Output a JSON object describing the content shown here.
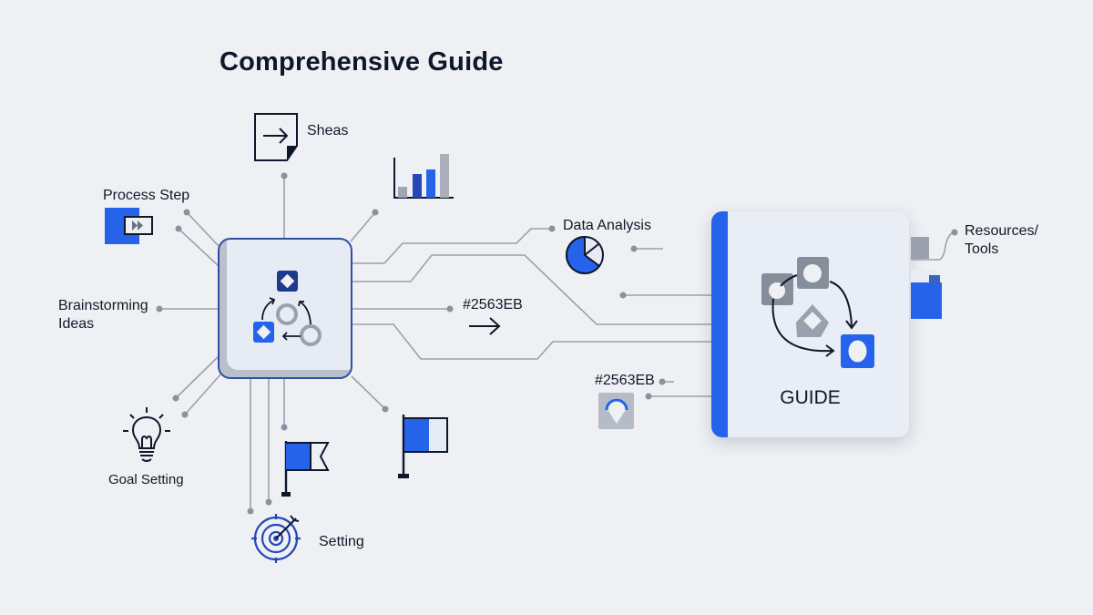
{
  "title": "Comprehensive Guide",
  "accent_color": "#2563EB",
  "nodes": {
    "sheas": "Sheas",
    "process_step": "Process Step",
    "brainstorming_line1": "Brainstorming",
    "brainstorming_line2": "Ideas",
    "goal_setting": "Goal Setting",
    "setting": "Setting",
    "data_analysis": "Data Analysis",
    "color_label_1": "#2563EB",
    "color_label_2": "#2563EB",
    "resources_line1": "Resources/",
    "resources_line2": "Tools"
  },
  "guide_card": {
    "label": "GUIDE"
  },
  "icons": {
    "document": "document-arrow-icon",
    "bar_chart": "bar-chart-icon",
    "process": "fast-forward-icon",
    "lightbulb": "lightbulb-icon",
    "target": "target-icon",
    "flag_1": "flag-icon",
    "flag_2": "flag-icon",
    "pie": "pie-chart-icon",
    "arrow": "arrow-right-icon",
    "loader": "location-loader-icon",
    "folder": "folder-icon"
  }
}
